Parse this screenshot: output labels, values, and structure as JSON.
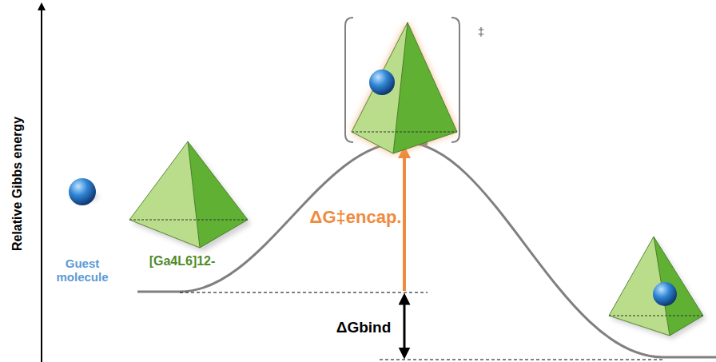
{
  "diagram": {
    "labels": [
      "Relative Gibbs energy",
      "Guest molecule",
      "[Ga4L6]12-",
      "ΔG‡encap.",
      "ΔGbind",
      "‡"
    ]
  }
}
